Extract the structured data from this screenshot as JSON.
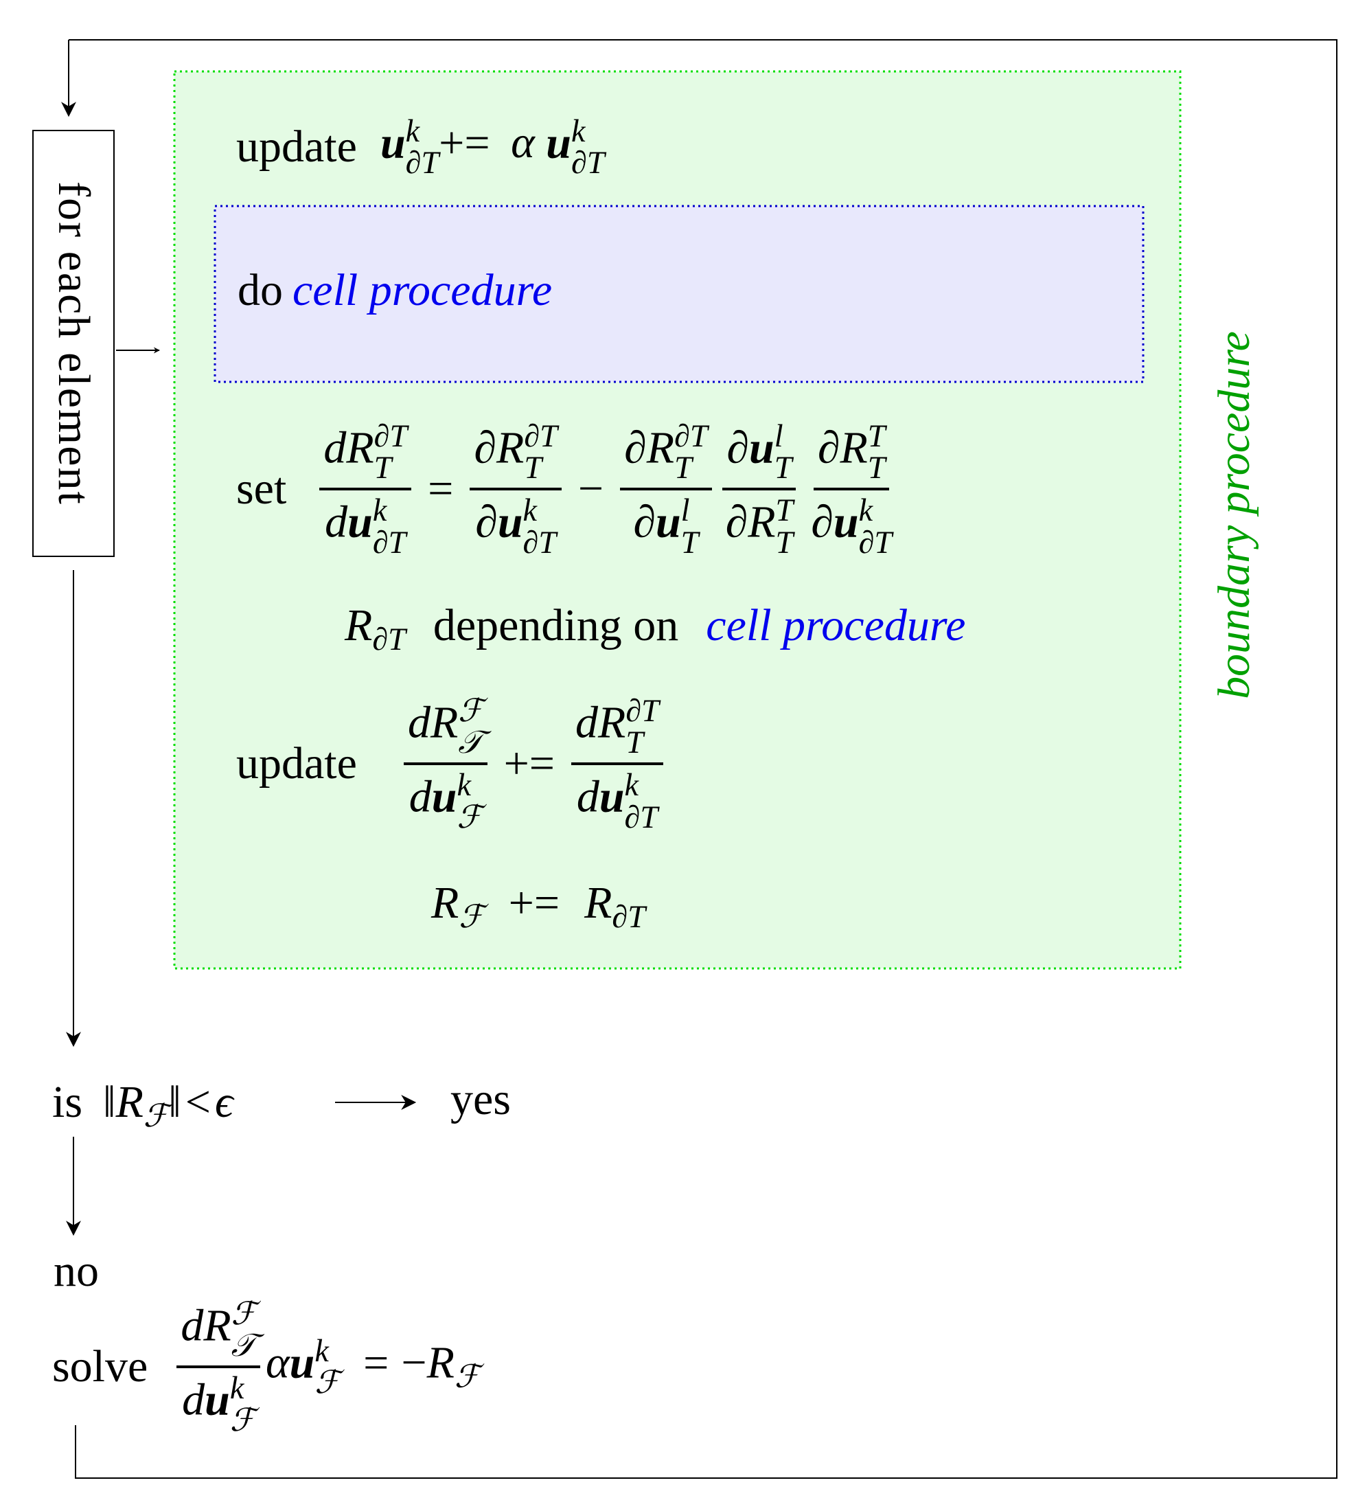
{
  "loop_label": "for each element",
  "boundary_label": "boundary procedure",
  "step_update_u": {
    "word": "update",
    "op": "+=",
    "alpha": "α",
    "u": "u",
    "k": "k",
    "sub": "∂T"
  },
  "cell_box": {
    "word": "do",
    "label": "cell procedure"
  },
  "step_set": {
    "word": "set",
    "eq": "=",
    "minus": "−",
    "d": "d",
    "partial": "∂",
    "R": "R",
    "u": "u",
    "T": "T",
    "dT": "∂T",
    "k": "k",
    "l": "l"
  },
  "note": {
    "R": "R",
    "sub": "∂T",
    "text": "depending on",
    "link": "cell procedure"
  },
  "step_update_R": {
    "word": "update",
    "op": "+=",
    "d": "d",
    "R": "R",
    "u": "u",
    "F": "ℱ",
    "Tcal": "𝒯",
    "T": "T",
    "dT": "∂T",
    "k": "k"
  },
  "step_accum": {
    "R": "R",
    "F": "ℱ",
    "op": "+=",
    "dT": "∂T"
  },
  "check": {
    "word": "is",
    "norm_open": "‖",
    "R": "R",
    "F": "ℱ",
    "norm_close": "‖",
    "lt": "<",
    "eps": "ϵ",
    "yes": "yes"
  },
  "no_label": "no",
  "solve": {
    "word": "solve",
    "d": "d",
    "R": "R",
    "u": "u",
    "F": "ℱ",
    "Tcal": "𝒯",
    "k": "k",
    "alpha": "α",
    "eq": "=",
    "neg": "−"
  },
  "colors": {
    "boundary_fill": "#e4fbe4",
    "boundary_border": "#00dd00",
    "cell_fill": "#e8e8fc",
    "cell_border": "#0000cc",
    "accent_blue": "#0000ee",
    "accent_green": "#00a000"
  }
}
